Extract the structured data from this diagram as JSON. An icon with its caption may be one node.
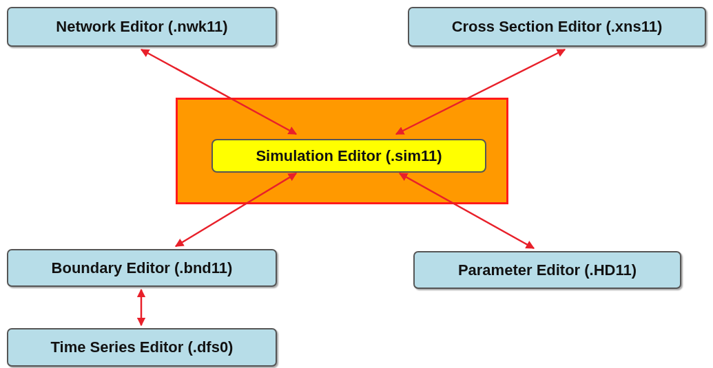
{
  "diagram": {
    "nodes": [
      {
        "text": [
          "Network Editor (.nwk11)"
        ]
      },
      {
        "text": [
          "Cross Section Editor (.xns11)"
        ]
      },
      {
        "text": [],
        "shape": "box"
      },
      {
        "text": [
          "Simulation Editor (.sim11)"
        ],
        "in": 2
      },
      {
        "text": [
          "Boundary Editor (.bnd11)"
        ]
      },
      {
        "text": [
          "Parameter Editor (.HD11)"
        ]
      },
      {
        "text": [
          "Time Series Editor (.dfs0)"
        ]
      }
    ],
    "edges": [
      {
        "from": 0,
        "to": 3,
        "arrow": "both"
      },
      {
        "from": 1,
        "to": 3,
        "arrow": "both"
      },
      {
        "from": 3,
        "to": 4,
        "arrow": "both"
      },
      {
        "from": 3,
        "to": 5,
        "arrow": "both"
      },
      {
        "from": 4,
        "to": 6,
        "arrow": "both"
      }
    ]
  }
}
